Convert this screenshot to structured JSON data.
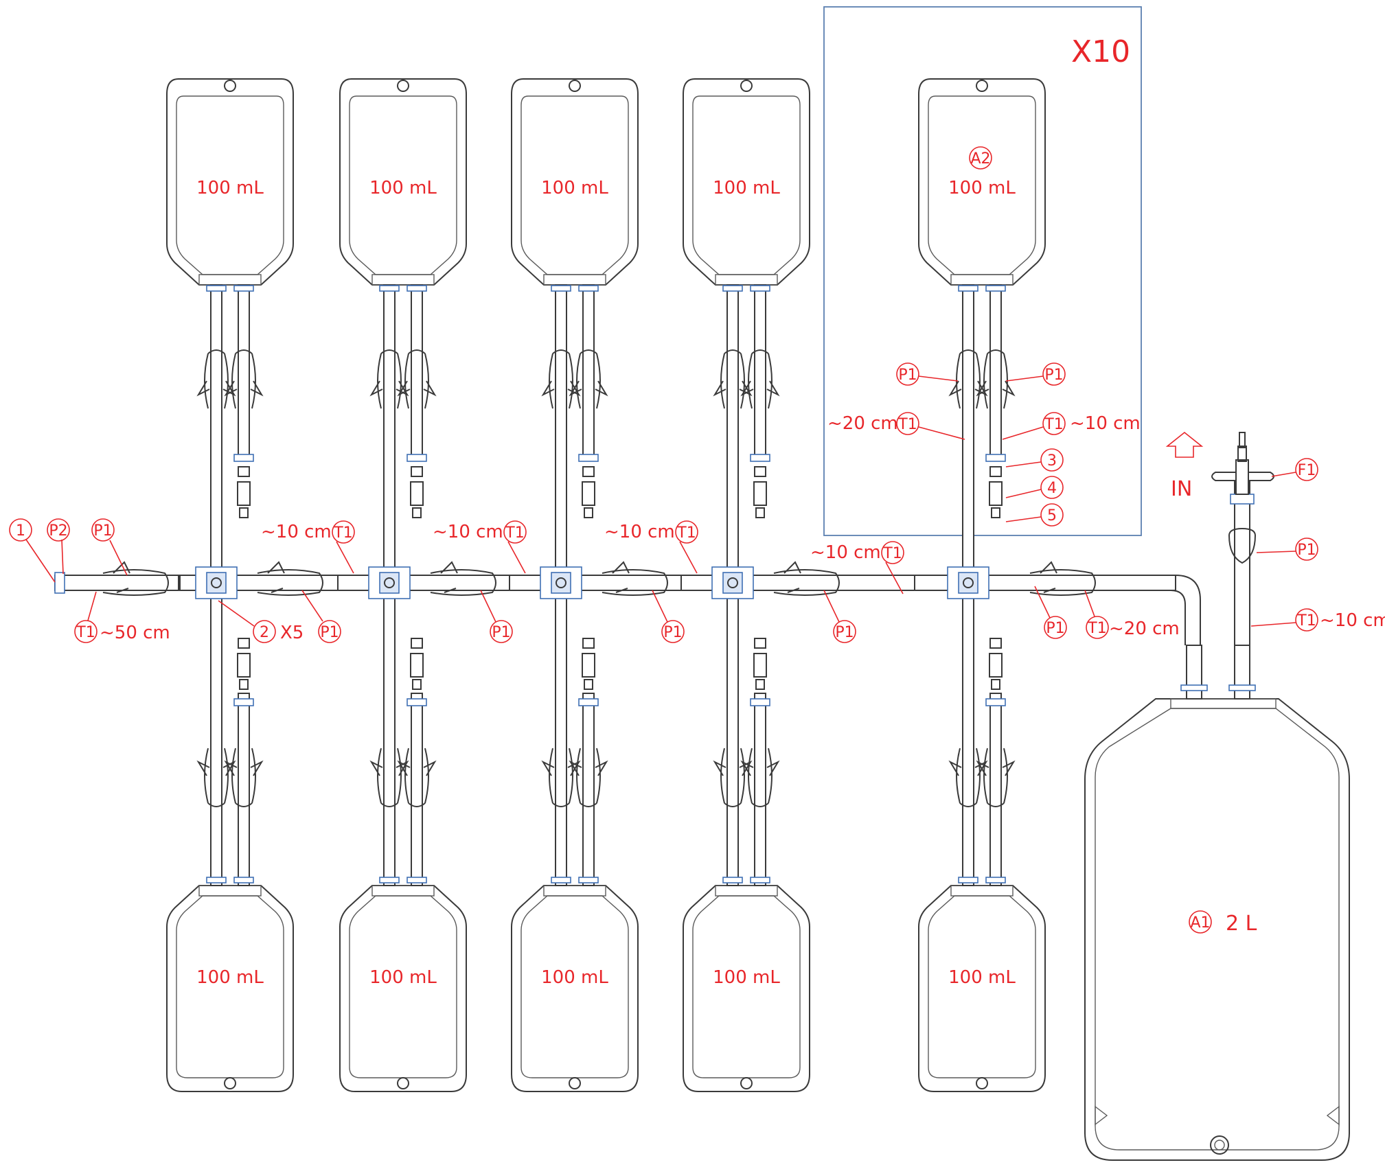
{
  "bag_volume_label": "100 mL",
  "big_bag_volume_label": "2 L",
  "multiplier_label": "X10",
  "inlet_label": "IN",
  "callouts": {
    "A1": "A1",
    "A2": "A2",
    "P1": "P1",
    "P2": "P2",
    "T1": "T1",
    "F1": "F1",
    "n1": "1",
    "n2": "2",
    "n3": "3",
    "n4": "4",
    "n5": "5"
  },
  "lengths": {
    "l50": "~50 cm",
    "l10": "~10 cm",
    "l20": "~20 cm"
  },
  "x5_label": "X5",
  "colors": {
    "annotation_red": "#e8262a",
    "connector_blue": "#3f6fb4",
    "line_gray": "#3a3a3a"
  }
}
